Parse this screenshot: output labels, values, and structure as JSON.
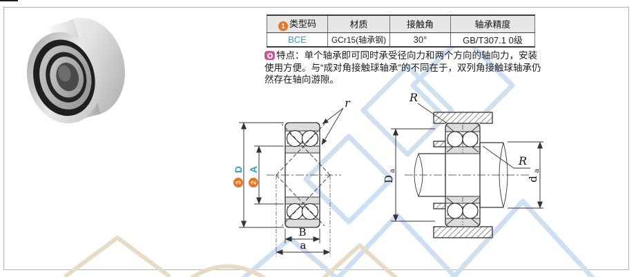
{
  "spec_table": {
    "headers": [
      {
        "badge": "1",
        "label": "类型码"
      },
      {
        "label": "材质"
      },
      {
        "label": "接触角"
      },
      {
        "label": "轴承精度"
      }
    ],
    "row": {
      "type_code": "BCE",
      "material": "GCr15(轴承钢)",
      "contact_angle": "30°",
      "precision": "GB/T307.1 0级"
    }
  },
  "features": {
    "icon": "ring-bullet-icon",
    "label": "特点：",
    "text": "单个轴承即可同时承受径向力和两个方向的轴向力，安装使用方便。与“成对角接触球轴承”的不同在于，双列角接触球轴承仍然存在轴向游隙。"
  },
  "diagrams": {
    "left": {
      "labels": {
        "r": "r",
        "D": {
          "badge": "3",
          "letter": "D"
        },
        "A": {
          "badge": "2",
          "letter": "A"
        },
        "B": "B",
        "a": "a"
      }
    },
    "right": {
      "labels": {
        "R_housing": "R",
        "R_shaft": "R",
        "Da": {
          "main": "D",
          "sub": "a"
        },
        "da": {
          "main": "d",
          "sub": "a"
        }
      }
    }
  },
  "colors": {
    "accent_orange": "#f2711c",
    "link_blue": "#2b9fd9",
    "feature_pink": "#d94f93",
    "watermark_blue": "#cddff2",
    "watermark_tan": "#e7dbc2",
    "table_header_bg": "#e7e7e7"
  }
}
